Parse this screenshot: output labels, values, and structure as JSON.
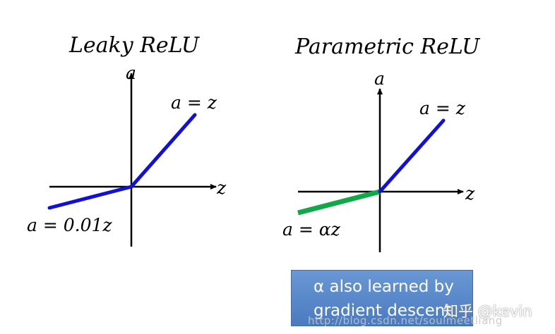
{
  "left_panel": {
    "title": "Leaky ReLU",
    "y_axis_label": "a",
    "x_axis_label": "z",
    "positive_label": "a = z",
    "negative_label": "a = 0.01z",
    "line_color": "#1010d8"
  },
  "right_panel": {
    "title": "Parametric ReLU",
    "y_axis_label": "a",
    "x_axis_label": "z",
    "positive_label": "a = z",
    "negative_label": "a = αz",
    "positive_color": "#1010d8",
    "negative_color": "#10a848"
  },
  "callout": {
    "line1": "α also learned by",
    "line2": "gradient descent"
  },
  "watermarks": {
    "zhihu": "知乎 @kevin",
    "csdn": "http://blog.csdn.net/soulmeetliang"
  }
}
